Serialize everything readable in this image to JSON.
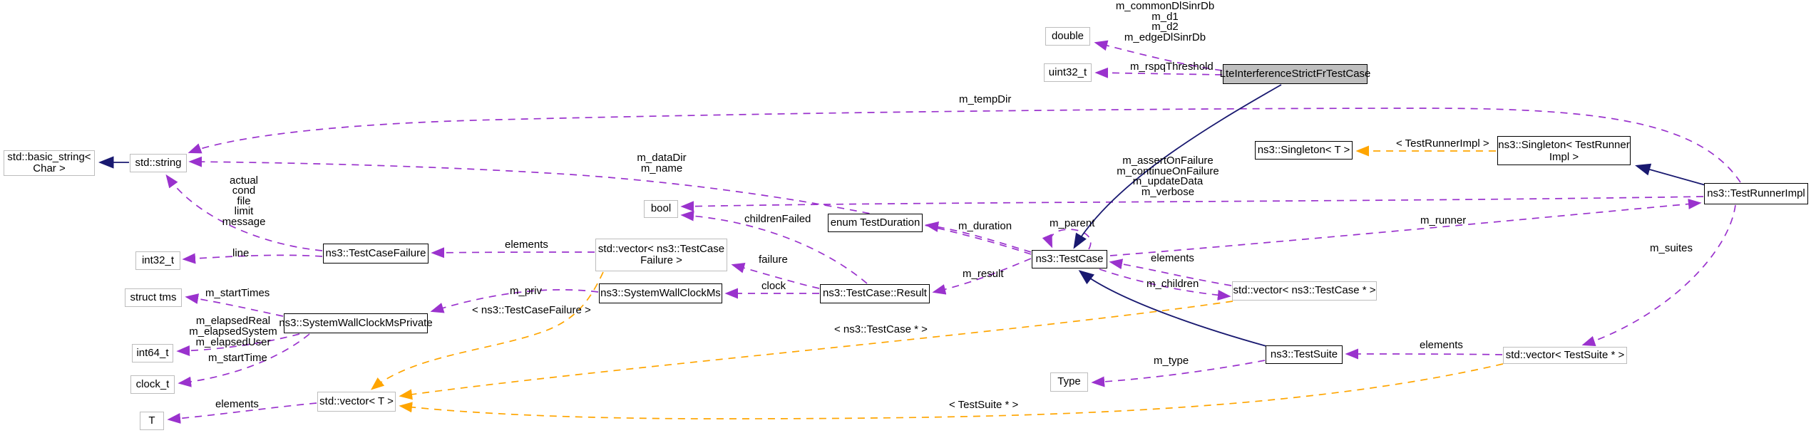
{
  "diagram": {
    "kind": "doxygen-collaboration-graph",
    "highlighted_class": "LteInterferenceStrictFrTestCase",
    "colors": {
      "usage_edge": "#9a32cd",
      "template_edge": "#ffa500",
      "inheritance_edge": "#191970",
      "external_node_border": "#bdbdbd",
      "documented_node_border": "#000000",
      "highlight_node_fill": "#bfbfbf"
    },
    "nodes": {
      "double": {
        "label": "double"
      },
      "uint32": {
        "label": "uint32_t"
      },
      "lte": {
        "label": "LteInterferenceStrictFrTestCase"
      },
      "basic_string": {
        "line1": "std::basic_string<",
        "line2": "Char >"
      },
      "string": {
        "label": "std::string"
      },
      "int32": {
        "label": "int32_t"
      },
      "test_case_failure": {
        "label": "ns3::TestCaseFailure"
      },
      "tms": {
        "label": "struct tms"
      },
      "int64": {
        "label": "int64_t"
      },
      "clock_t": {
        "label": "clock_t"
      },
      "t": {
        "label": "T"
      },
      "swcm_private": {
        "label": "ns3::SystemWallClockMsPrivate"
      },
      "vector_t": {
        "label": "std::vector< T >"
      },
      "vector_tcf": {
        "line1": "std::vector< ns3::TestCase",
        "line2": "Failure >"
      },
      "swcm": {
        "label": "ns3::SystemWallClockMs"
      },
      "bool": {
        "label": "bool"
      },
      "enum_duration": {
        "label": "enum TestDuration"
      },
      "result": {
        "label": "ns3::TestCase::Result"
      },
      "test_case": {
        "label": "ns3::TestCase"
      },
      "vector_tc": {
        "label": "std::vector< ns3::TestCase * >"
      },
      "test_suite": {
        "label": "ns3::TestSuite"
      },
      "type": {
        "label": "Type"
      },
      "vector_ts": {
        "label": "std::vector< TestSuite * >"
      },
      "singleton_t": {
        "label": "ns3::Singleton< T >"
      },
      "singleton_tri": {
        "line1": "ns3::Singleton< TestRunner",
        "line2": "Impl >"
      },
      "test_runner_impl": {
        "label": "ns3::TestRunnerImpl"
      }
    },
    "edge_labels": {
      "lte_doubles": {
        "line1": "m_commonDlSinrDb",
        "line2": "m_d1",
        "line3": "m_d2",
        "line4": "m_edgeDlSinrDb"
      },
      "rspq": "m_rspqThreshold",
      "temp_dir": "m_tempDir",
      "data_dir": {
        "line1": "m_dataDir",
        "line2": "m_name"
      },
      "tcf_strings": {
        "line1": "actual",
        "line2": "cond",
        "line3": "file",
        "line4": "limit",
        "line5": "message"
      },
      "line": "line",
      "elements_tcf": "elements",
      "m_priv": "m_priv",
      "tmpl_tcf": "< ns3::TestCaseFailure >",
      "children_failed": "childrenFailed",
      "failure": "failure",
      "clock": "clock",
      "m_duration": "m_duration",
      "m_result": "m_result",
      "m_parent": "m_parent",
      "elements_tc": "elements",
      "m_children": "m_children",
      "runner_bools": {
        "line1": "m_assertOnFailure",
        "line2": "m_continueOnFailure",
        "line3": "m_updateData",
        "line4": "m_verbose"
      },
      "m_runner": "m_runner",
      "m_suites": "m_suites",
      "elements_ts": "elements",
      "m_type": "m_type",
      "tmpl_tri": "< TestRunnerImpl >",
      "tmpl_tc": "< ns3::TestCase * >",
      "tmpl_ts": "< TestSuite * >",
      "m_start_times": "m_startTimes",
      "elapsed": {
        "line1": "m_elapsedReal",
        "line2": "m_elapsedSystem",
        "line3": "m_elapsedUser"
      },
      "m_start_time": "m_startTime",
      "elements_t": "elements"
    }
  }
}
